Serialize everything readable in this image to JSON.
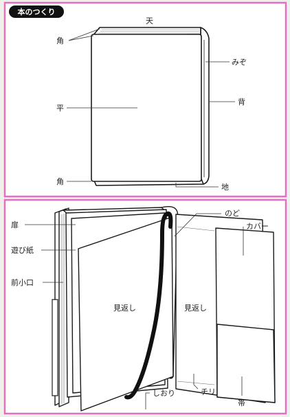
{
  "title": "本のつくり",
  "colors": {
    "frame": "#e070c4",
    "panel": "#ffffff",
    "background": "#f1efea",
    "ink": "#1a1a1a",
    "title_bg": "#111111"
  },
  "top_diagram": {
    "labels": {
      "ten": "天",
      "kado_top": "角",
      "mizo": "みぞ",
      "hira": "平",
      "se": "背",
      "kado_bottom": "角",
      "chi": "地"
    }
  },
  "bottom_diagram": {
    "labels": {
      "tobira": "扉",
      "asobigami": "遊び紙",
      "maekoguchi": "前小口",
      "nodo": "のど",
      "cover": "カバー",
      "mikaeshi_left": "見返し",
      "mikaeshi_right": "見返し",
      "shiori": "しおり",
      "chiri": "チリ",
      "obi": "帯"
    }
  }
}
